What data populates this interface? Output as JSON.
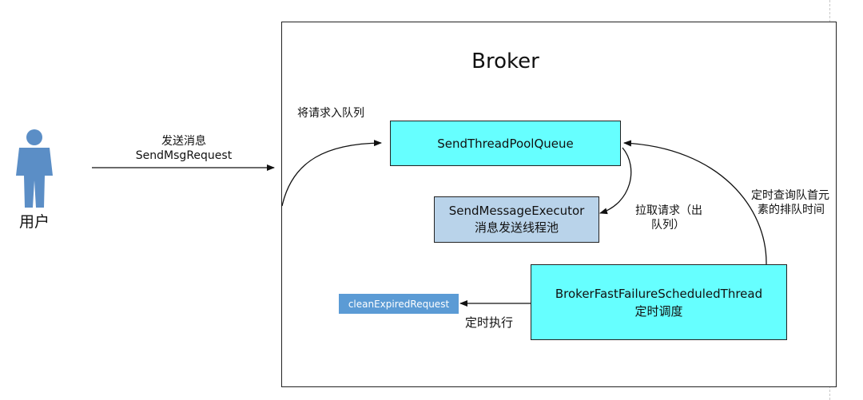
{
  "broker": {
    "title": "Broker"
  },
  "user": {
    "label": "用户"
  },
  "send_message": {
    "line1": "发送消息",
    "line2": "SendMsgRequest"
  },
  "enqueue": {
    "label": "将请求入队列"
  },
  "queue_box": {
    "label": "SendThreadPoolQueue"
  },
  "executor_box": {
    "line1": "SendMessageExecutor",
    "line2": "消息发送线程池"
  },
  "pull_request": {
    "line1": "拉取请求（出",
    "line2": "队列）"
  },
  "query_head": {
    "line1": "定时查询队首元",
    "line2": "素的排队时间"
  },
  "scheduler_box": {
    "line1": "BrokerFastFailureScheduledThread",
    "line2": "定时调度"
  },
  "clean_box": {
    "label": "cleanExpiredRequest"
  },
  "timed_exec": {
    "label": "定时执行"
  },
  "colors": {
    "queue_fill": "#66ffff",
    "executor_fill": "#b9d3ea",
    "clean_fill": "#5b9bd5",
    "user_icon": "#5b8ec6"
  }
}
